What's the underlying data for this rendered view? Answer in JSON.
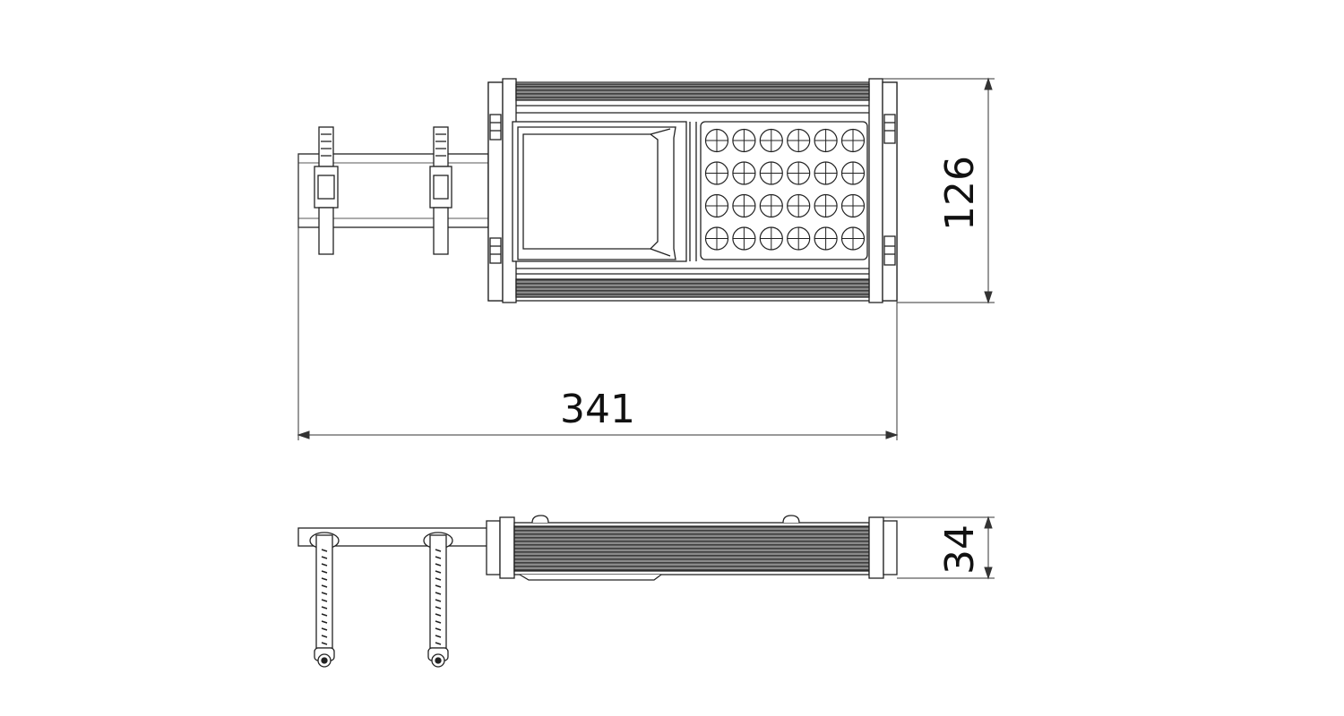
{
  "dimensions": {
    "overall_length": "341",
    "top_view_width": "126",
    "side_view_height": "34"
  },
  "colors": {
    "line": "#222222",
    "thin": "#444444",
    "fin_dark": "#4a4a4a",
    "fin_mid": "#7a7a7a",
    "background": "#ffffff"
  },
  "led_grid": {
    "rows": 4,
    "cols": 6
  }
}
